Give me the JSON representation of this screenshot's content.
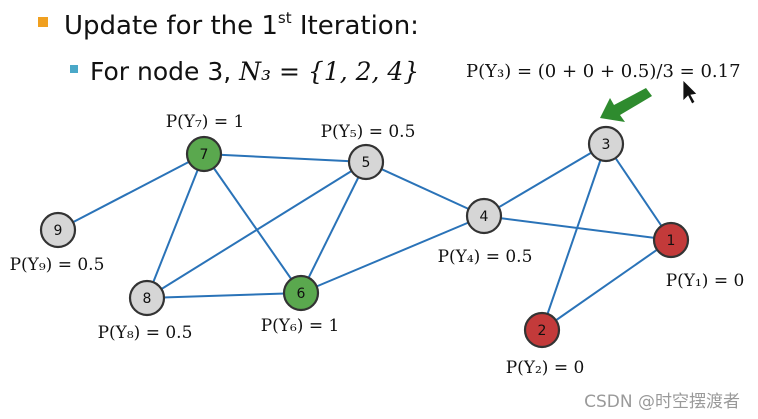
{
  "slide": {
    "bullet1": {
      "text": "Update for the 1",
      "sup": "st",
      "rest": " Iteration:",
      "marker_color": "#f0a020"
    },
    "bullet2": {
      "text": "For node 3, ",
      "math": "N₃ = {1, 2, 4}",
      "marker_color": "#4aa8c8"
    },
    "highlight_formula": {
      "text": "P(Y₃) = (0 + 0 + 0.5)/3 = 0.17",
      "color": "#cc1f1f"
    },
    "pointer_arrow_color": "#2e8b2e"
  },
  "graph": {
    "edge_color": "#2a73b8",
    "node_colors": {
      "gray": "#d6d6d6",
      "green": "#5aa84e",
      "red": "#c33a3a"
    },
    "nodes": [
      {
        "id": "1",
        "color": "red",
        "label": "P(Y₁) = 0"
      },
      {
        "id": "2",
        "color": "red",
        "label": "P(Y₂) = 0"
      },
      {
        "id": "3",
        "color": "gray",
        "label": ""
      },
      {
        "id": "4",
        "color": "gray",
        "label": "P(Y₄) = 0.5"
      },
      {
        "id": "5",
        "color": "gray",
        "label": "P(Y₅) = 0.5"
      },
      {
        "id": "6",
        "color": "green",
        "label": "P(Y₆) = 1"
      },
      {
        "id": "7",
        "color": "green",
        "label": "P(Y₇) = 1"
      },
      {
        "id": "8",
        "color": "gray",
        "label": "P(Y₈) = 0.5"
      },
      {
        "id": "9",
        "color": "gray",
        "label": "P(Y₉) = 0.5"
      }
    ],
    "edges": [
      [
        "7",
        "9"
      ],
      [
        "7",
        "5"
      ],
      [
        "7",
        "8"
      ],
      [
        "7",
        "6"
      ],
      [
        "5",
        "8"
      ],
      [
        "5",
        "6"
      ],
      [
        "5",
        "4"
      ],
      [
        "8",
        "6"
      ],
      [
        "6",
        "4"
      ],
      [
        "4",
        "3"
      ],
      [
        "4",
        "1"
      ],
      [
        "3",
        "1"
      ],
      [
        "3",
        "2"
      ],
      [
        "1",
        "2"
      ]
    ]
  },
  "watermark": "CSDN @时空摆渡者"
}
